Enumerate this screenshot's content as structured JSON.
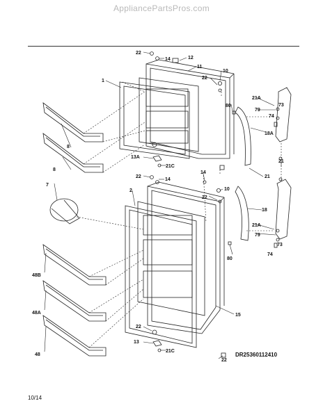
{
  "header": {
    "site": "AppliancePartsPros.com"
  },
  "footer": {
    "diagram_code": "DR25360112410",
    "date": "10/14"
  },
  "callouts": {
    "c22a": "22",
    "c14a": "14",
    "c12": "12",
    "c11": "11",
    "c10a": "10",
    "c22b": "22",
    "c1": "1",
    "c8a": "8",
    "c8b": "8",
    "c80a": "80",
    "c21Aa": "21A",
    "c79a": "79",
    "c73a": "73",
    "c74a": "74",
    "c18A": "18A",
    "c21a": "21",
    "c21b": "21",
    "c13A": "13A",
    "c21Ca": "21C",
    "c22c": "22",
    "c14b": "14",
    "c14c": "14",
    "c7": "7",
    "c2": "2",
    "c10b": "10",
    "c22d": "22",
    "c18": "18",
    "c21Ab": "21A",
    "c79b": "79",
    "c73b": "73",
    "c74b": "74",
    "c80b": "80",
    "c48B": "48B",
    "c48A": "48A",
    "c15": "15",
    "c22e": "22",
    "c13": "13",
    "c21Cb": "21C",
    "c48": "48",
    "c22f": "22"
  }
}
